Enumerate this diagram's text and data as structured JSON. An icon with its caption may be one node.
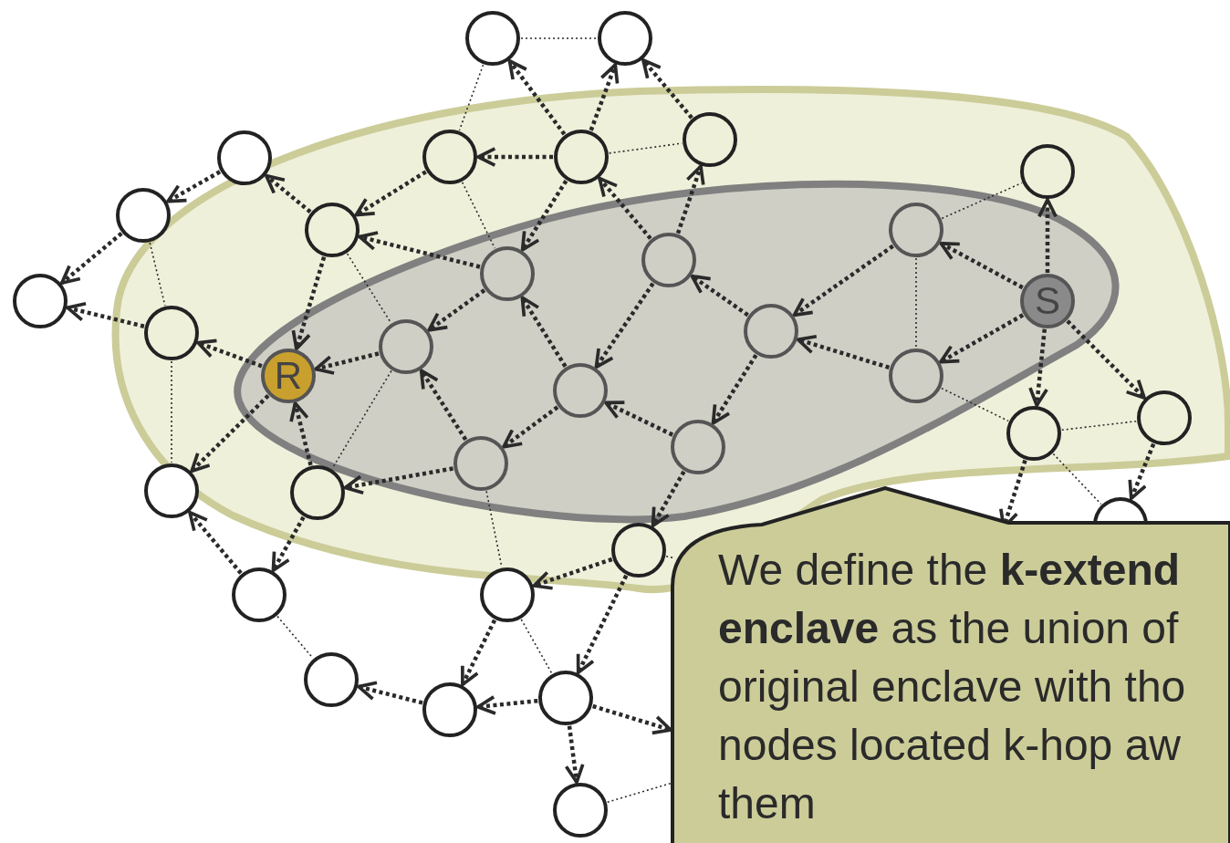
{
  "diagram": {
    "nodes": [
      {
        "text": [],
        "shape": "circle"
      },
      {
        "text": [],
        "shape": "circle"
      },
      {
        "text": [],
        "shape": "circle"
      },
      {
        "text": [],
        "shape": "circle"
      },
      {
        "text": [],
        "shape": "circle"
      },
      {
        "text": [],
        "shape": "circle"
      },
      {
        "text": [],
        "shape": "circle"
      },
      {
        "text": [],
        "shape": "circle"
      },
      {
        "text": [],
        "shape": "circle"
      },
      {
        "text": [],
        "shape": "circle"
      },
      {
        "text": [],
        "shape": "circle"
      },
      {
        "text": [],
        "shape": "circle"
      },
      {
        "text": [],
        "shape": "circle"
      },
      {
        "text": [
          "S"
        ]
      },
      {
        "text": [],
        "shape": "circle"
      },
      {
        "text": [],
        "shape": "circle"
      },
      {
        "text": [],
        "shape": "circle"
      },
      {
        "text": [
          "R"
        ]
      },
      {
        "text": [],
        "shape": "circle"
      },
      {
        "text": [],
        "shape": "circle"
      },
      {
        "text": [],
        "shape": "circle"
      },
      {
        "text": [],
        "shape": "circle"
      },
      {
        "text": [],
        "shape": "circle"
      },
      {
        "text": [],
        "shape": "circle"
      },
      {
        "text": [],
        "shape": "circle"
      },
      {
        "text": [],
        "shape": "circle"
      },
      {
        "text": [],
        "shape": "circle"
      },
      {
        "text": [],
        "shape": "circle"
      },
      {
        "text": [],
        "shape": "circle"
      },
      {
        "text": [],
        "shape": "circle"
      },
      {
        "text": [],
        "shape": "circle"
      },
      {
        "text": [],
        "shape": "circle"
      },
      {
        "text": [],
        "shape": "circle"
      },
      {
        "text": [],
        "shape": "circle"
      },
      {
        "text": [
          "We define the **k-extend enclave** as the union of original enclave with tho nodes located k-hop aw them"
        ]
      }
    ],
    "edges": [
      {
        "from": 0,
        "to": 1,
        "arrow": "none",
        "style": "dashed"
      },
      {
        "from": 0,
        "to": 3,
        "arrow": "none",
        "style": "dashed"
      },
      {
        "from": 4,
        "to": 5,
        "arrow": "none",
        "style": "dashed"
      },
      {
        "from": 3,
        "to": 11,
        "arrow": "none",
        "style": "dashed"
      },
      {
        "from": 7,
        "to": 14,
        "arrow": "none",
        "style": "dashed"
      },
      {
        "from": 8,
        "to": 15,
        "arrow": "none",
        "style": "dashed"
      },
      {
        "from": 14,
        "to": 24,
        "arrow": "none",
        "style": "dashed"
      },
      {
        "from": 15,
        "to": 25,
        "arrow": "none",
        "style": "dashed"
      },
      {
        "from": 9,
        "to": 19,
        "arrow": "none",
        "style": "dashed"
      },
      {
        "from": 9,
        "to": 6,
        "arrow": "none",
        "style": "dashed"
      },
      {
        "from": 19,
        "to": 22,
        "arrow": "none",
        "style": "dashed"
      },
      {
        "from": 22,
        "to": 23,
        "arrow": "none",
        "style": "dashed"
      },
      {
        "from": 22,
        "to": 27,
        "arrow": "none",
        "style": "dashed"
      },
      {
        "from": 28,
        "to": 30,
        "arrow": "none",
        "style": "dashed"
      },
      {
        "from": 29,
        "to": 32,
        "arrow": "none",
        "style": "dashed"
      },
      {
        "from": 20,
        "to": 29,
        "arrow": "none",
        "style": "dashed"
      },
      {
        "from": 33,
        "to": 34,
        "arrow": "none",
        "style": "dashed"
      },
      {
        "from": 26,
        "to": 34,
        "arrow": "none",
        "style": "dashed"
      },
      {
        "from": 4,
        "to": 0,
        "arrow": "to"
      },
      {
        "from": 4,
        "to": 1,
        "arrow": "to"
      },
      {
        "from": 5,
        "to": 1,
        "arrow": "to"
      },
      {
        "from": 4,
        "to": 3,
        "arrow": "to"
      },
      {
        "from": 4,
        "to": 11,
        "arrow": "to"
      },
      {
        "from": 3,
        "to": 8,
        "arrow": "to"
      },
      {
        "from": 2,
        "to": 7,
        "arrow": "to"
      },
      {
        "from": 7,
        "to": 10,
        "arrow": "to"
      },
      {
        "from": 8,
        "to": 2,
        "arrow": "to"
      },
      {
        "from": 11,
        "to": 8,
        "arrow": "to"
      },
      {
        "from": 8,
        "to": 17,
        "arrow": "to"
      },
      {
        "from": 14,
        "to": 10,
        "arrow": "to"
      },
      {
        "from": 17,
        "to": 14,
        "arrow": "to"
      },
      {
        "from": 15,
        "to": 17,
        "arrow": "to"
      },
      {
        "from": 11,
        "to": 15,
        "arrow": "to"
      },
      {
        "from": 18,
        "to": 11,
        "arrow": "to"
      },
      {
        "from": 12,
        "to": 18,
        "arrow": "to"
      },
      {
        "from": 12,
        "to": 4,
        "arrow": "to"
      },
      {
        "from": 12,
        "to": 5,
        "arrow": "to"
      },
      {
        "from": 20,
        "to": 15,
        "arrow": "to"
      },
      {
        "from": 21,
        "to": 18,
        "arrow": "to"
      },
      {
        "from": 18,
        "to": 20,
        "arrow": "to"
      },
      {
        "from": 16,
        "to": 12,
        "arrow": "to"
      },
      {
        "from": 16,
        "to": 21,
        "arrow": "to"
      },
      {
        "from": 9,
        "to": 16,
        "arrow": "to"
      },
      {
        "from": 19,
        "to": 16,
        "arrow": "to"
      },
      {
        "from": 13,
        "to": 9,
        "arrow": "to"
      },
      {
        "from": 13,
        "to": 19,
        "arrow": "to"
      },
      {
        "from": 13,
        "to": 6,
        "arrow": "to"
      },
      {
        "from": 13,
        "to": 22,
        "arrow": "to"
      },
      {
        "from": 13,
        "to": 23,
        "arrow": "to"
      },
      {
        "from": 17,
        "to": 24,
        "arrow": "to"
      },
      {
        "from": 25,
        "to": 17,
        "arrow": "to"
      },
      {
        "from": 20,
        "to": 25,
        "arrow": "to"
      },
      {
        "from": 25,
        "to": 28,
        "arrow": "to"
      },
      {
        "from": 28,
        "to": 24,
        "arrow": "to"
      },
      {
        "from": 21,
        "to": 26,
        "arrow": "to"
      },
      {
        "from": 26,
        "to": 29,
        "arrow": "to"
      },
      {
        "from": 26,
        "to": 32,
        "arrow": "to"
      },
      {
        "from": 29,
        "to": 31,
        "arrow": "to"
      },
      {
        "from": 32,
        "to": 31,
        "arrow": "to"
      },
      {
        "from": 31,
        "to": 30,
        "arrow": "to"
      },
      {
        "from": 32,
        "to": 33,
        "arrow": "to"
      },
      {
        "from": 32,
        "to": 34,
        "arrow": "to"
      },
      {
        "from": 22,
        "to": 34,
        "arrow": "to"
      },
      {
        "from": 23,
        "to": 27,
        "arrow": "to"
      }
    ]
  }
}
